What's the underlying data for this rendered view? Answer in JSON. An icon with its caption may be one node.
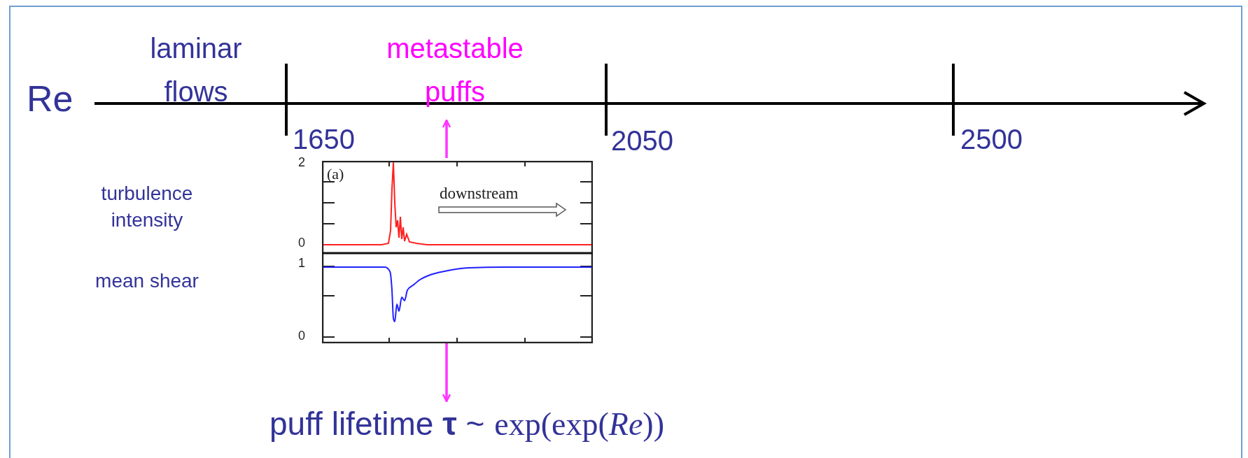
{
  "diagram": {
    "nodes": [
      {
        "text": [
          "metastable puffs"
        ]
      },
      {
        "text": [],
        "shape": "picture"
      },
      {
        "text": [
          "puff lifetime **τ** ~",
          "exp(exp(*Re*))"
        ]
      }
    ],
    "edges": [
      {
        "from": 1,
        "to": 0,
        "arrow": "to"
      },
      {
        "from": 1,
        "to": 2,
        "arrow": "to"
      }
    ],
    "labels": [
      "Re",
      "laminar flows",
      "1650",
      "2050",
      "2500",
      "turbulence intensity",
      "mean shear",
      "2",
      "(a)",
      "downstream",
      "0",
      "1",
      "0"
    ]
  }
}
